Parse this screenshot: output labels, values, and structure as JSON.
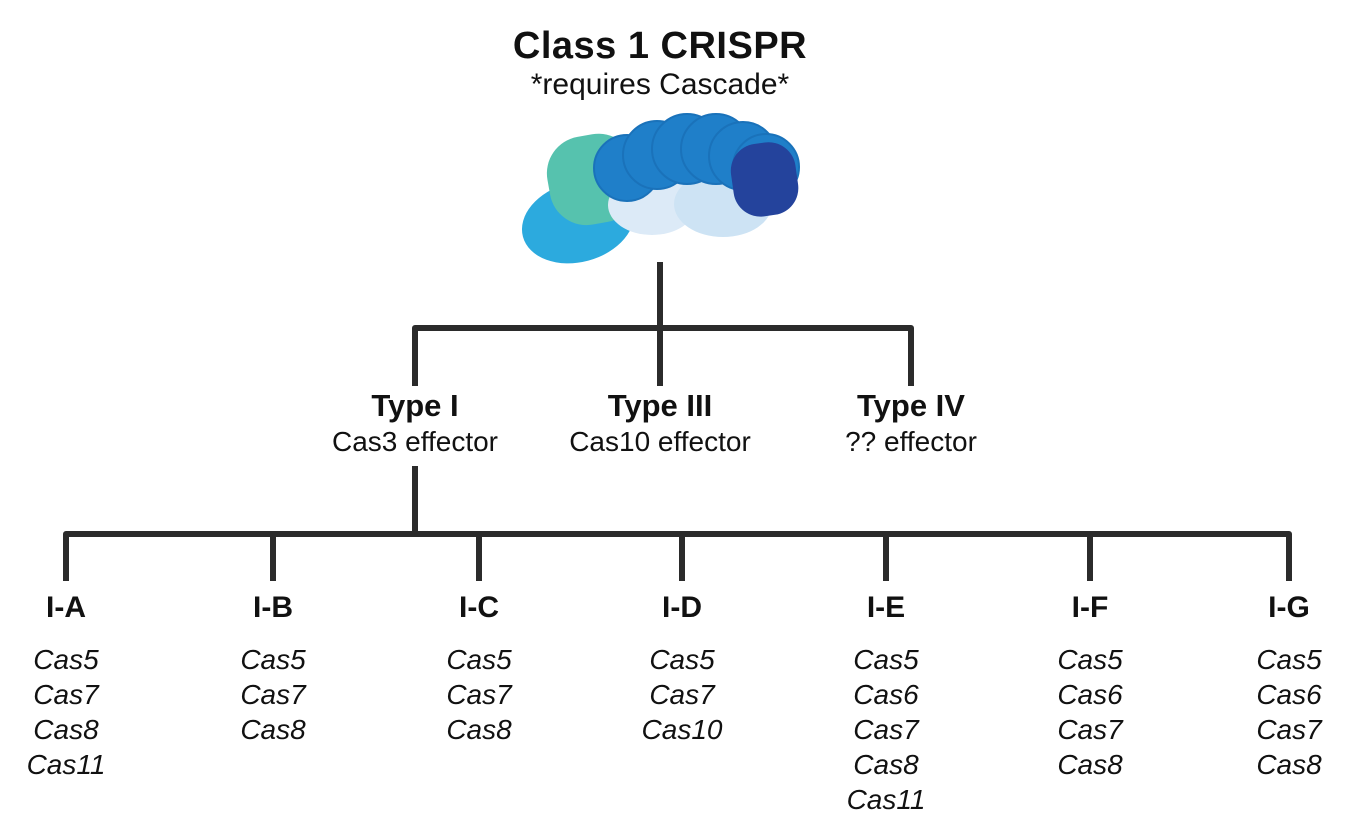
{
  "header": {
    "title": "Class 1 CRISPR",
    "subtitle": "*requires Cascade*"
  },
  "illustration": {
    "name": "Cascade complex",
    "subunit_colors": {
      "teal": "#56c2ae",
      "cyan": "#2caade",
      "blue": "#1f7fc9",
      "blue_edge": "#1a72ba",
      "pale_blue_light": "#dceaf7",
      "pale_blue_dark": "#cde3f4",
      "navy": "#24439c"
    }
  },
  "types": [
    {
      "label": "Type I",
      "effector": "Cas3 effector"
    },
    {
      "label": "Type III",
      "effector": "Cas10 effector"
    },
    {
      "label": "Type IV",
      "effector": "?? effector"
    }
  ],
  "subtypes": [
    {
      "label": "I-A",
      "genes": [
        "Cas5",
        "Cas7",
        "Cas8",
        "Cas11"
      ]
    },
    {
      "label": "I-B",
      "genes": [
        "Cas5",
        "Cas7",
        "Cas8"
      ]
    },
    {
      "label": "I-C",
      "genes": [
        "Cas5",
        "Cas7",
        "Cas8"
      ]
    },
    {
      "label": "I-D",
      "genes": [
        "Cas5",
        "Cas7",
        "Cas10"
      ]
    },
    {
      "label": "I-E",
      "genes": [
        "Cas5",
        "Cas6",
        "Cas7",
        "Cas8",
        "Cas11"
      ]
    },
    {
      "label": "I-F",
      "genes": [
        "Cas5",
        "Cas6",
        "Cas7",
        "Cas8"
      ]
    },
    {
      "label": "I-G",
      "genes": [
        "Cas5",
        "Cas6",
        "Cas7",
        "Cas8"
      ]
    }
  ],
  "colors": {
    "line": "#2b2b2b",
    "text": "#111111",
    "background": "#ffffff"
  }
}
